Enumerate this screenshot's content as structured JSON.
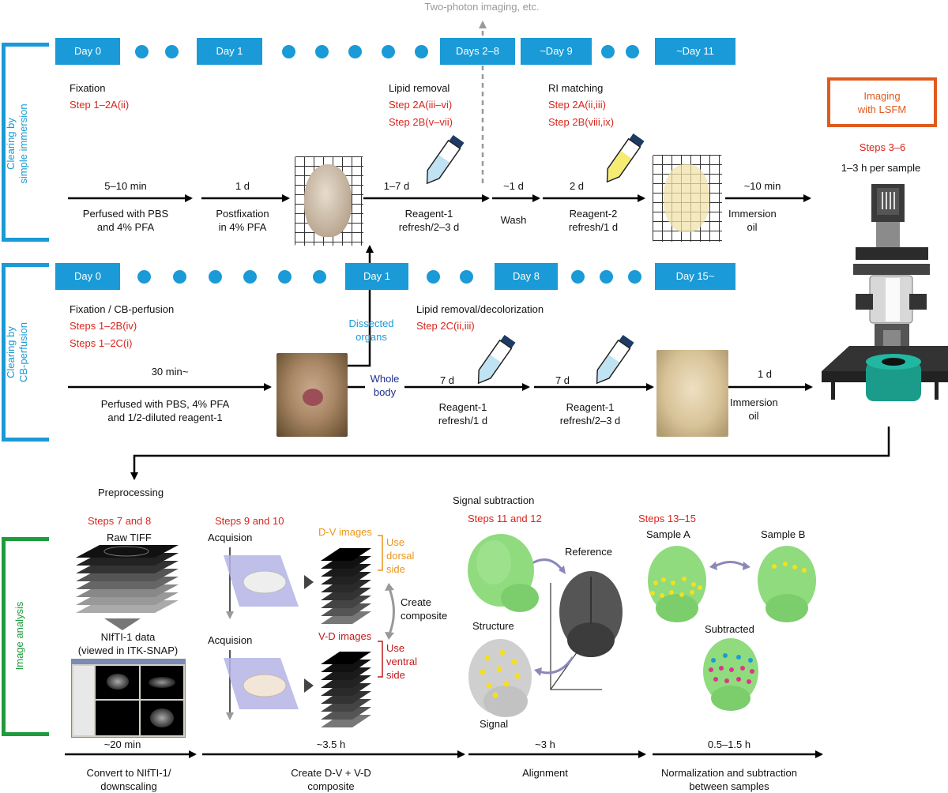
{
  "top_label": "Two-photon imaging, etc.",
  "side_labels": {
    "simple": [
      "Clearing by",
      "simple immersion"
    ],
    "cb": [
      "Clearing by",
      "CB-perfusion"
    ],
    "analysis": "Image analysis"
  },
  "row1": {
    "days": [
      "Day 0",
      "Day 1",
      "Days 2–8",
      "~Day 9",
      "~Day 11"
    ],
    "stage_fixation": "Fixation",
    "step_fixation": "Step 1–2A(ii)",
    "stage_lipid": "Lipid removal",
    "steps_lipid": [
      "Step 2A(iii–vi)",
      "Step 2B(v–vii)"
    ],
    "stage_ri": "RI matching",
    "steps_ri": [
      "Step 2A(ii,iii)",
      "Step 2B(viii,ix)"
    ],
    "arrows": [
      {
        "top": "5–10 min",
        "bottom": [
          "Perfused with PBS",
          "and 4% PFA"
        ]
      },
      {
        "top": "1 d",
        "bottom": [
          "Postfixation",
          "in 4% PFA"
        ]
      },
      {
        "top": "1–7 d",
        "bottom": [
          "Reagent-1",
          "refresh/2–3 d"
        ]
      },
      {
        "top": "~1 d",
        "bottom": [
          "Wash"
        ]
      },
      {
        "top": "2 d",
        "bottom": [
          "Reagent-2",
          "refresh/1 d"
        ]
      },
      {
        "top": "~10 min",
        "bottom": [
          "Immersion",
          "oil"
        ]
      }
    ]
  },
  "imaging": {
    "box": [
      "Imaging",
      "with LSFM"
    ],
    "steps": "Steps 3–6",
    "time": "1–3 h per sample"
  },
  "row2": {
    "days": [
      "Day 0",
      "Day 1",
      "Day 8",
      "Day 15~"
    ],
    "stage_fixation": "Fixation / CB-perfusion",
    "steps_fixation": [
      "Steps 1–2B(iv)",
      "Steps 1–2C(i)"
    ],
    "dissected": [
      "Dissected",
      "organs"
    ],
    "stage_lipid": "Lipid removal/decolorization",
    "step_lipid": "Step 2C(ii,iii)",
    "whole_body": [
      "Whole",
      "body"
    ],
    "arrows": [
      {
        "top": "30 min~",
        "bottom": [
          "Perfused with PBS, 4% PFA",
          "and 1/2-diluted reagent-1"
        ]
      },
      {
        "top": "7 d",
        "bottom": [
          "Reagent-1",
          "refresh/1 d"
        ]
      },
      {
        "top": "7 d",
        "bottom": [
          "Reagent-1",
          "refresh/2–3 d"
        ]
      },
      {
        "top": "1 d",
        "bottom": [
          "Immersion",
          "oil"
        ]
      }
    ]
  },
  "analysis": {
    "preprocessing": "Preprocessing",
    "steps_7_8": "Steps 7 and 8",
    "raw_tiff": "Raw TIFF",
    "nifti": [
      "NIfTI-1 data",
      "(viewed in ITK-SNAP)"
    ],
    "steps_9_10": "Steps 9 and 10",
    "acquision": "Acquision",
    "dv_images": "D-V images",
    "use_dorsal": [
      "Use",
      "dorsal",
      "side"
    ],
    "create_composite": [
      "Create",
      "composite"
    ],
    "vd_images": "V-D images",
    "use_ventral": [
      "Use",
      "ventral",
      "side"
    ],
    "signal_subtraction": "Signal subtraction",
    "steps_11_12": "Steps 11 and 12",
    "reference": "Reference",
    "structure": "Structure",
    "signal": "Signal",
    "steps_13_15": "Steps 13–15",
    "sample_a": "Sample A",
    "sample_b": "Sample B",
    "subtracted": "Subtracted",
    "arrows": [
      {
        "top": "~20 min",
        "bottom": [
          "Convert to NIfTI-1/",
          "downscaling"
        ]
      },
      {
        "top": "~3.5 h",
        "bottom": [
          "Create D-V + V-D",
          "composite"
        ]
      },
      {
        "top": "~3 h",
        "bottom": [
          "Alignment"
        ]
      },
      {
        "top": "0.5–1.5 h",
        "bottom": [
          "Normalization and subtraction",
          "between samples"
        ]
      }
    ]
  },
  "colors": {
    "blue": "#1a9ad6",
    "red": "#d9251d",
    "green": "#1f9b3b",
    "orange": "#e05a1e",
    "navy": "#1d2f8f"
  }
}
